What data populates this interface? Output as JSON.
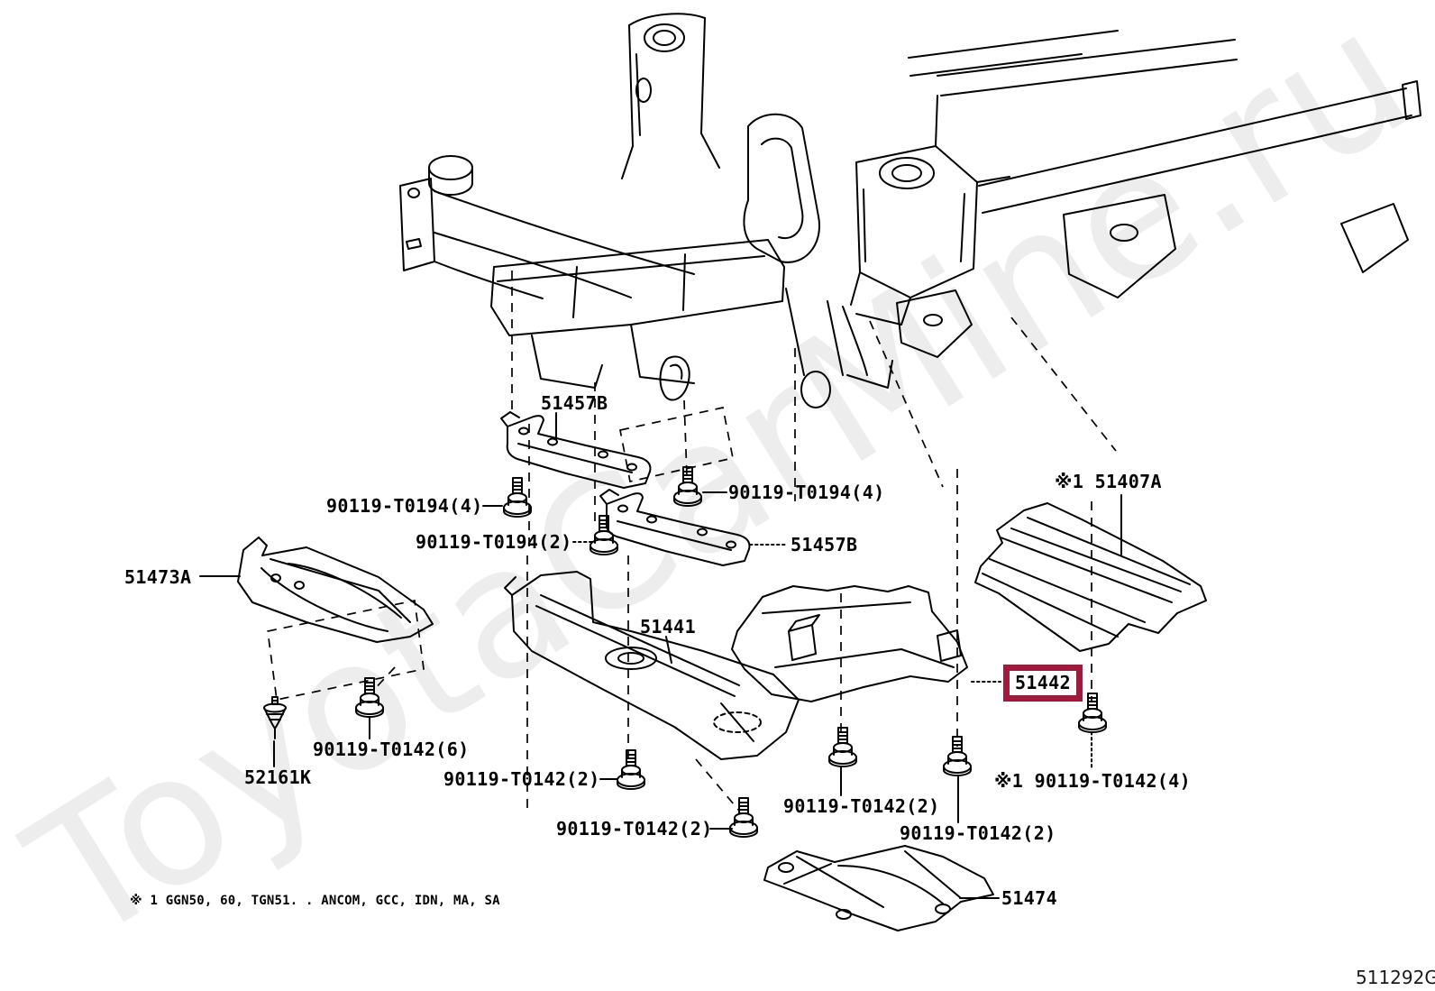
{
  "diagram": {
    "watermark": "ToyotaCarMine.ru",
    "code": "511292G",
    "footnote": "※ 1 GGN50, 60, TGN51. . ANCOM, GCC, IDN, MA, SA",
    "highlight_color": "#A01A3C",
    "highlighted_part": "51442",
    "title_semantic": "engine-under-cover-parts-diagram"
  },
  "labels": [
    {
      "name": "part-label-51457b-top",
      "text": "51457B"
    },
    {
      "name": "part-label-90119-t0194-4-left",
      "text": "90119-T0194(4)"
    },
    {
      "name": "part-label-90119-t0194-4-right",
      "text": "90119-T0194(4)"
    },
    {
      "name": "part-label-90119-t0194-2",
      "text": "90119-T0194(2)"
    },
    {
      "name": "part-label-51457b-bottom",
      "text": "51457B"
    },
    {
      "name": "part-label-51473a",
      "text": "51473A"
    },
    {
      "name": "part-label-51441",
      "text": "51441"
    },
    {
      "name": "part-label-51407a",
      "text": "※1 51407A"
    },
    {
      "name": "part-label-51442-highlighted",
      "text": "51442",
      "highlighted": true
    },
    {
      "name": "part-label-52161k",
      "text": "52161K"
    },
    {
      "name": "part-label-90119-t0142-6",
      "text": "90119-T0142(6)"
    },
    {
      "name": "part-label-90119-t0142-2-a",
      "text": "90119-T0142(2)"
    },
    {
      "name": "part-label-90119-t0142-2-b",
      "text": "90119-T0142(2)"
    },
    {
      "name": "part-label-90119-t0142-2-c",
      "text": "90119-T0142(2)"
    },
    {
      "name": "part-label-90119-t0142-2-d",
      "text": "90119-T0142(2)"
    },
    {
      "name": "part-label-90119-t0142-4",
      "text": "※1 90119-T0142(4)"
    },
    {
      "name": "part-label-51474",
      "text": "51474"
    }
  ]
}
